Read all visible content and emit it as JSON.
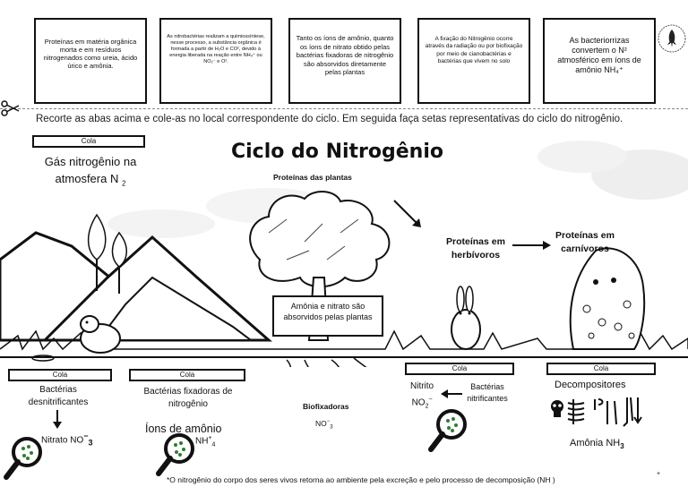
{
  "tabs": [
    {
      "text": "Proteínas em matéria orgânica morta e em resíduos nitrogenados como ureia, ácido úrico e amônia."
    },
    {
      "text": "As nitrobactérias realizam a quimiossíntese, nesse processo, a substância orgânica é formada a partir de H₂O e CO², devido à energia liberada na reação entre NH₄⁺ ou NO₂⁻ e O²."
    },
    {
      "text": "Tanto os íons de amônio, quanto os íons de nitrato obtido pelas bactérias fixadoras de nitrogênio são absorvidos diretamente pelas plantas"
    },
    {
      "text": "A fixação do Nitrogênio ocorre através da radiação ou por biofixação por meio de cianobactérias e bactérias que vivem no solo"
    },
    {
      "text": "As bacteriorrizas convertem o N² atmosférico em íons de amônio NH₄⁺"
    }
  ],
  "logo_text": "PROFESSOR ROCKET BIOLOGIA",
  "instruction": "Recorte as abas acima e cole-as no local correspondente do ciclo. Em seguida faça setas representativas do ciclo do nitrogênio.",
  "title": "Ciclo do Nitrogênio",
  "cola_label": "Cola",
  "gas": {
    "line1": "Gás nitrogênio na",
    "line2": "atmosfera N",
    "sub": "2"
  },
  "proteinas_plantas": "Proteínas das plantas",
  "proteinas_herbivoros": {
    "line1": "Proteínas em",
    "line2": "herbívoros"
  },
  "proteinas_carnivoros": {
    "line1": "Proteínas em",
    "line2": "carnívoros"
  },
  "absorvidos": "Amônia e nitrato são absorvidos pelas plantas",
  "desnitrificantes": {
    "line1": "Bactérias",
    "line2": "desnitrificantes"
  },
  "nitrato_no3": {
    "text": "Nitrato NO",
    "sup": "−",
    "sub": "3"
  },
  "fixadoras": {
    "line1": "Bactérias fixadoras de",
    "line2": "nitrogênio"
  },
  "ions_amonio": {
    "text": "Íons de amônio",
    "nh": "NH",
    "sup": "+",
    "sub": "4"
  },
  "biofixadoras": "Biofixadoras",
  "no3_center": {
    "text": "NO",
    "sup": "−",
    "sub": "3"
  },
  "nitrito": {
    "line1": "Nitrito",
    "line2": "NO",
    "sub": "2",
    "sup": "−"
  },
  "nitrificantes": {
    "line1": "Bactérias",
    "line2": "nitrificantes"
  },
  "decompositores": "Decompositores",
  "amonia_nh3": {
    "text": "Amônia NH",
    "sub": "3"
  },
  "footnote": "*O nitrogênio do corpo dos seres vivos retorna ao ambiente pela excreção  e pelo processo de decomposição (NH  )",
  "footnote_sup": "+"
}
